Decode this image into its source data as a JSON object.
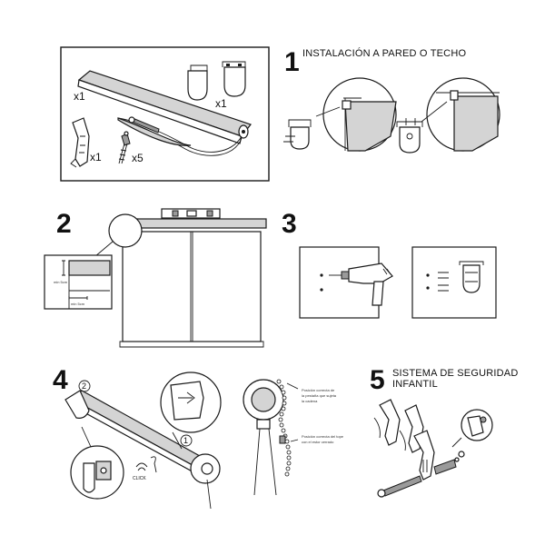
{
  "steps": {
    "s1": {
      "number": "1",
      "title": "INSTALACIÓN A PARED O TECHO"
    },
    "s2": {
      "number": "2"
    },
    "s3": {
      "number": "3"
    },
    "s4": {
      "number": "4",
      "circle1": "1",
      "circle2": "2",
      "click": "CLICK"
    },
    "s5": {
      "number": "5",
      "title_line1": "SISTEMA DE SEGURIDAD",
      "title_line2": "INFANTIL"
    }
  },
  "parts": {
    "roller_qty": "x1",
    "bracket_qty": "x1",
    "clip_qty": "x1",
    "screw_qty": "x5"
  },
  "measure": {
    "min_a": "min 5cm",
    "min_b": "min 5cm"
  },
  "notes": {
    "note1": [
      "Posición correcta de",
      "la pestaña que sujeta",
      "la cadena"
    ],
    "note2": [
      "Posición correcta del tope",
      "con el estor cerrado"
    ]
  },
  "colors": {
    "ink": "#1a1a1a",
    "fabric": "#d4d4d4"
  }
}
